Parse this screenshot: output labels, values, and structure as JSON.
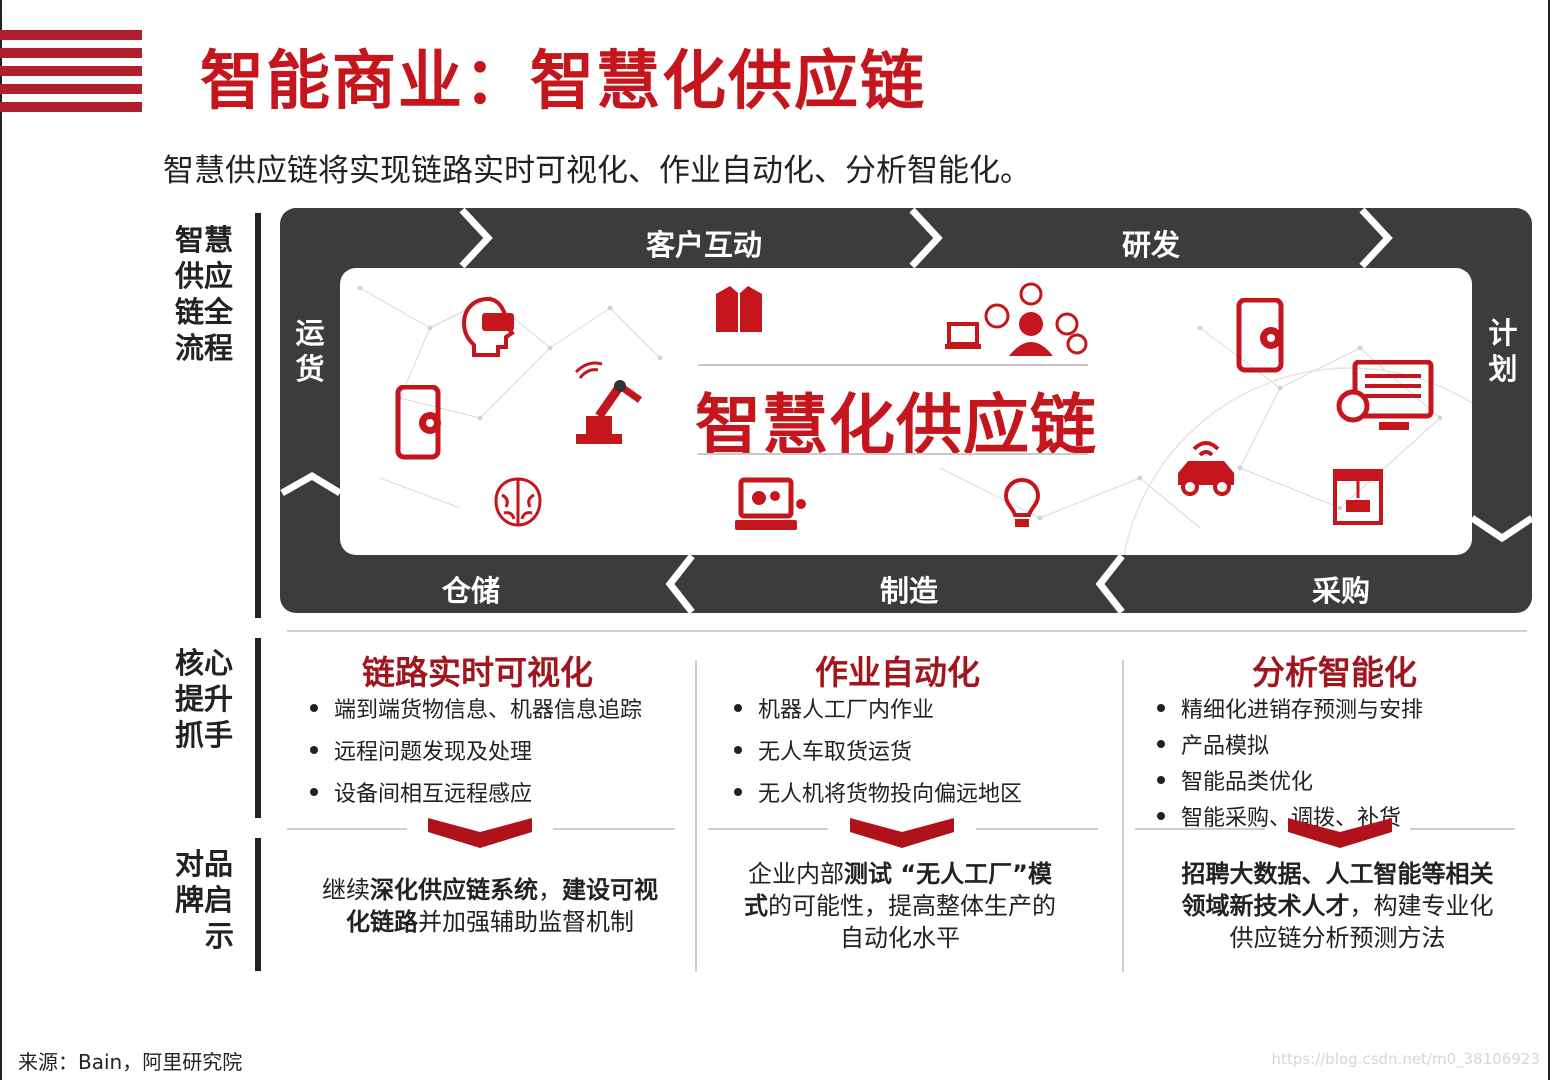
{
  "header": {
    "title": "智能商业：智慧化供应链",
    "subtitle": "智慧供应链将实现链路实时可视化、作业自动化、分析智能化。"
  },
  "row_labels": {
    "process": [
      "智慧",
      "供应",
      "链全",
      "流程"
    ],
    "core": [
      "核心",
      "提升",
      "抓手"
    ],
    "brand": [
      "对品",
      "牌启",
      "示"
    ]
  },
  "cycle": {
    "center_title": "智慧化供应链",
    "stages": {
      "customer": "客户互动",
      "rnd": "研发",
      "plan": [
        "计",
        "划"
      ],
      "purchase": "采购",
      "manufacture": "制造",
      "warehouse": "仓储",
      "transport": [
        "运",
        "货"
      ]
    },
    "icons": [
      "vr-headset-icon",
      "robot-arm-icon",
      "smartphone-gear-icon",
      "brain-icon",
      "jacket-icon",
      "laptop-gears-icon",
      "customer-service-icon",
      "lightbulb-icon",
      "phone-settings-icon",
      "computer-binary-icon",
      "connected-car-icon",
      "3d-printer-icon"
    ],
    "accent_color": "#c4161c",
    "band_color": "#3c3c3c"
  },
  "columns": [
    {
      "title": "链路实时可视化",
      "bullets": [
        "端到端货物信息、机器信息追踪",
        "远程问题发现及处理",
        "设备间相互远程感应"
      ],
      "implication": {
        "p1": "继续",
        "b1": "深化供应链系统",
        "p2": "，",
        "b2": "建设可视",
        "b3": "化链路",
        "p3": "并加强辅助监督机制"
      }
    },
    {
      "title": "作业自动化",
      "bullets": [
        "机器人工厂内作业",
        "无人车取货运货",
        "无人机将货物投向偏远地区"
      ],
      "implication": {
        "p1": "企业内部",
        "b1": "测试 “无人工厂”模",
        "b2": "式",
        "p2": "的可能性，提高整体生产的",
        "p3": "自动化水平"
      }
    },
    {
      "title": "分析智能化",
      "bullets": [
        "精细化进销存预测与安排",
        "产品模拟",
        "智能品类优化",
        "智能采购、调拨、补货"
      ],
      "implication": {
        "b1": "招聘大数据、人工智能等相关",
        "b2": "领域新技术人才",
        "p1": "，构建专业化",
        "p2": "供应链分析预测方法"
      }
    }
  ],
  "footer": {
    "source": "来源：Bain，阿里研究院",
    "watermark": "https://blog.csdn.net/m0_38106923"
  }
}
